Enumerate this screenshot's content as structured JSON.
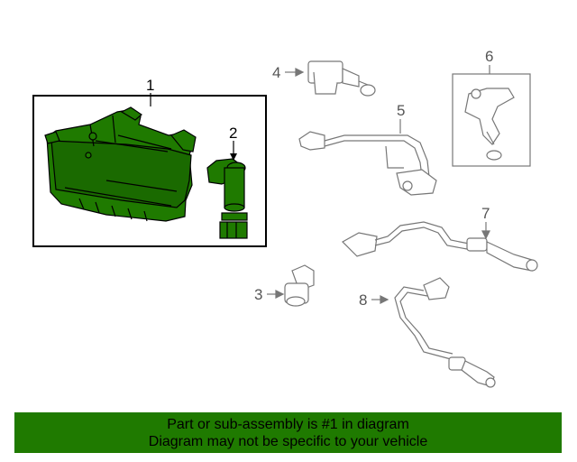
{
  "callouts": {
    "c1": "1",
    "c2": "2",
    "c3": "3",
    "c4": "4",
    "c5": "5",
    "c6": "6",
    "c7": "7",
    "c8": "8"
  },
  "colors": {
    "highlight_part": "#1f7a00",
    "footer_bg": "#1f7a00",
    "outline": "#000000",
    "grey_part": "#777777"
  },
  "footer": {
    "line1": "Part or sub-assembly is #1 in diagram",
    "line2": "Diagram may not be specific to your vehicle"
  }
}
